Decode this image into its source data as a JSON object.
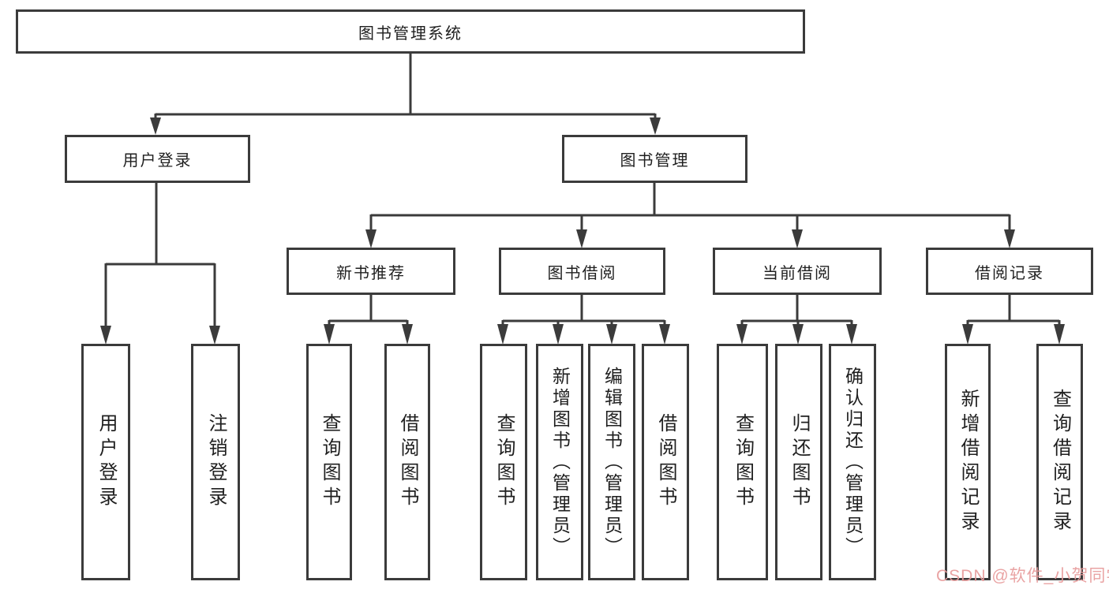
{
  "colors": {
    "line": "#3b3b3b",
    "box_border": "#3b3b3b",
    "text": "#1f1f1f",
    "background": "#ffffff",
    "watermark": "#e89c9c"
  },
  "tree": {
    "label": "图书管理系统",
    "children": [
      {
        "label": "用户登录",
        "children": [
          {
            "label": "用户登录"
          },
          {
            "label": "注销登录"
          }
        ]
      },
      {
        "label": "图书管理",
        "children": [
          {
            "label": "新书推荐",
            "children": [
              {
                "label": "查询图书"
              },
              {
                "label": "借阅图书"
              }
            ]
          },
          {
            "label": "图书借阅",
            "children": [
              {
                "label": "查询图书"
              },
              {
                "label": "新增图书（管理员）"
              },
              {
                "label": "编辑图书（管理员）"
              },
              {
                "label": "借阅图书"
              }
            ]
          },
          {
            "label": "当前借阅",
            "children": [
              {
                "label": "查询图书"
              },
              {
                "label": "归还图书"
              },
              {
                "label": "确认归还（管理员）"
              }
            ]
          },
          {
            "label": "借阅记录",
            "children": [
              {
                "label": "新增借阅记录"
              },
              {
                "label": "查询借阅记录"
              }
            ]
          }
        ]
      }
    ]
  },
  "watermark": {
    "text": "CSDN @软件_小贺同学"
  }
}
